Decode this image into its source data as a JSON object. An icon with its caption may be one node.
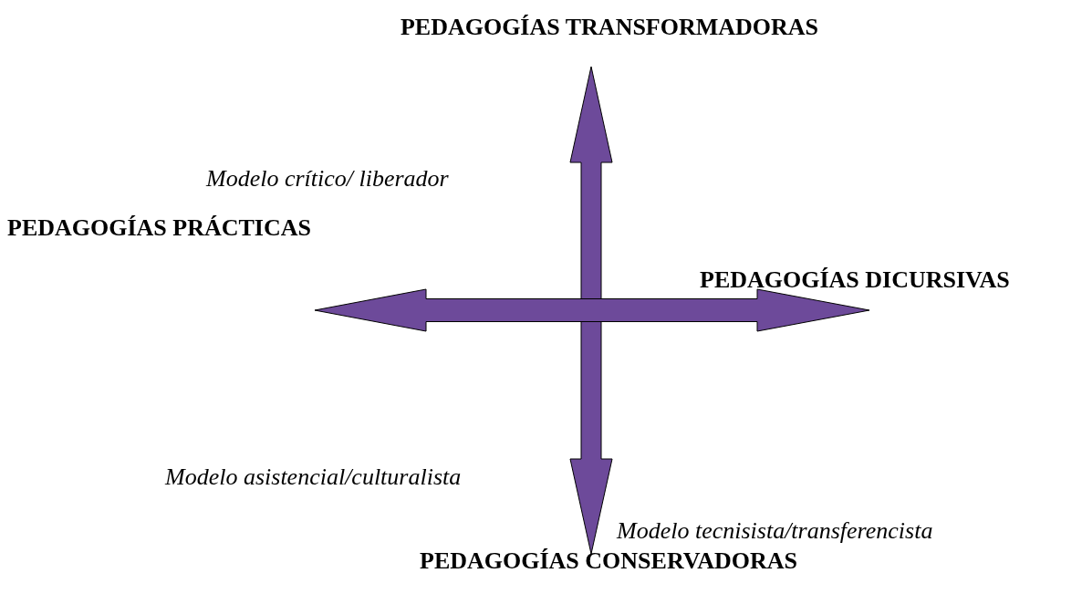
{
  "diagram": {
    "labels": [
      "PEDAGOGÍAS TRANSFORMADORAS",
      "Modelo crítico/ liberador",
      "PEDAGOGÍAS PRÁCTICAS",
      "PEDAGOGÍAS DICURSIVAS",
      "Modelo asistencial/culturalista",
      "Modelo tecnisista/transferencista",
      "PEDAGOGÍAS CONSERVADORAS"
    ]
  }
}
